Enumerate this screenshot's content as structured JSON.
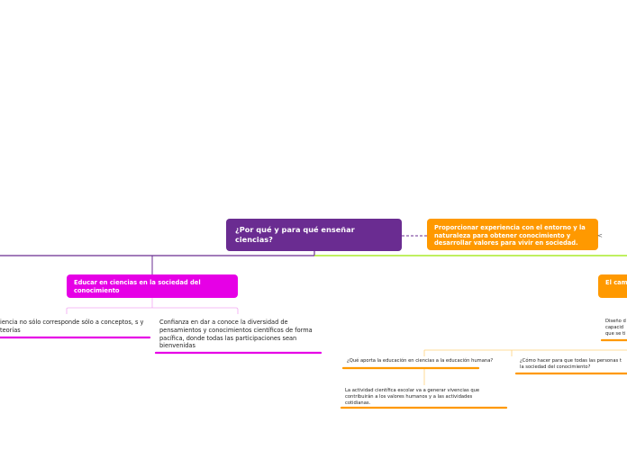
{
  "root": {
    "title": "¿Por qué y para qué enseñar ciencias?"
  },
  "main_branches": [
    {
      "title": "Proporcionar experiencia con el entorno y la naturaleza para obtener conocimiento y desarrollar valores para vivir en sociedad."
    },
    {
      "title": "Educar en ciencias en la sociedad del conocimiento"
    },
    {
      "title": "El cam conoc"
    }
  ],
  "subtopics": [
    {
      "text": "iencia no sólo corresponde sólo a conceptos, s y teorías"
    },
    {
      "text": "Confianza en dar a conoce la diversidad de pensamientos y conocimientos científicos de forma pacífica, donde todas las participaciones sean bienvenidas"
    },
    {
      "text": "¿Qué aporta la educación en ciencias a la educación humana?"
    },
    {
      "text": "¿Cómo hacer para que todas las personas t la sociedad del conocimiento?"
    },
    {
      "text": "La actividad científica escolar va a generar vivencias que contribuirán a los valores humanos y a las actividades cotidianas."
    },
    {
      "text": "Diseño d capacid que se ti"
    }
  ],
  "colors": {
    "root": "#6a2c91",
    "orange": "#ff9900",
    "magenta": "#e600e6",
    "green_line": "#99e600",
    "purple_line": "#6a2c91",
    "orange_line": "#ffd27a"
  }
}
